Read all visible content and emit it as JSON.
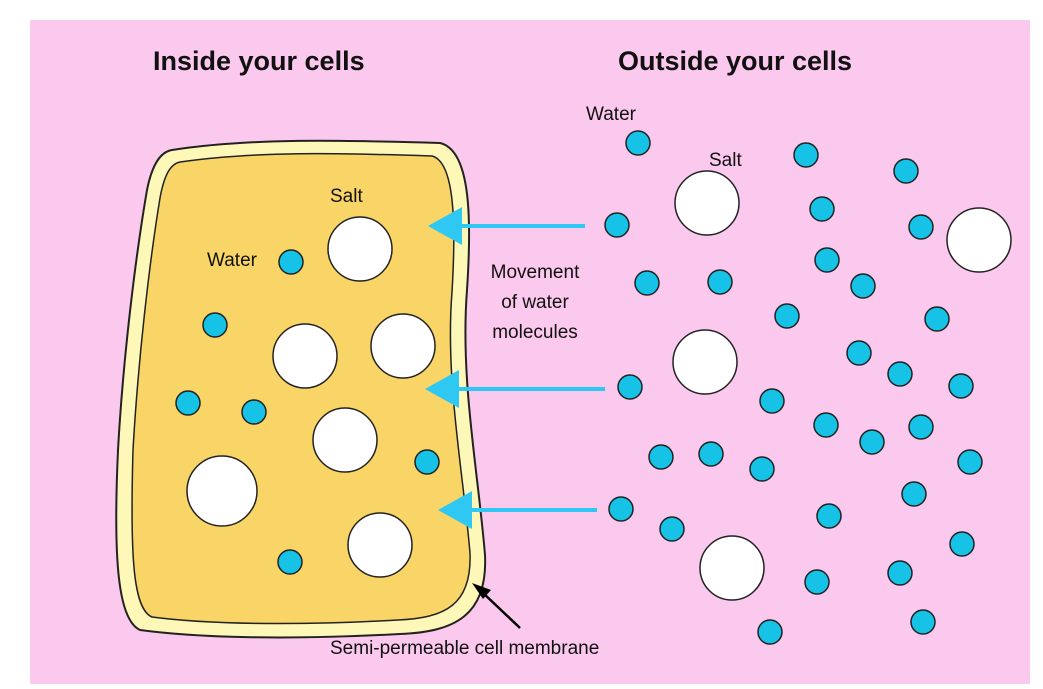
{
  "colors": {
    "background": "#fbc8ee",
    "cell_fill": "#f9d466",
    "membrane": "#fdf7b8",
    "outline": "#222222",
    "water": "#16c2e6",
    "salt": "#ffffff",
    "arrow": "#2ec8f2"
  },
  "headings": {
    "inside": "Inside your cells",
    "outside": "Outside your cells"
  },
  "labels": {
    "water_outside": "Water",
    "salt_outside": "Salt",
    "salt_inside": "Salt",
    "water_inside": "Water",
    "movement": "Movement\nof water\nmolecules",
    "membrane": "Semi-permeable cell membrane"
  },
  "icons": {
    "water_molecule": "water-molecule-icon",
    "salt_particle": "salt-particle-icon",
    "arrow": "arrow-left-icon"
  }
}
